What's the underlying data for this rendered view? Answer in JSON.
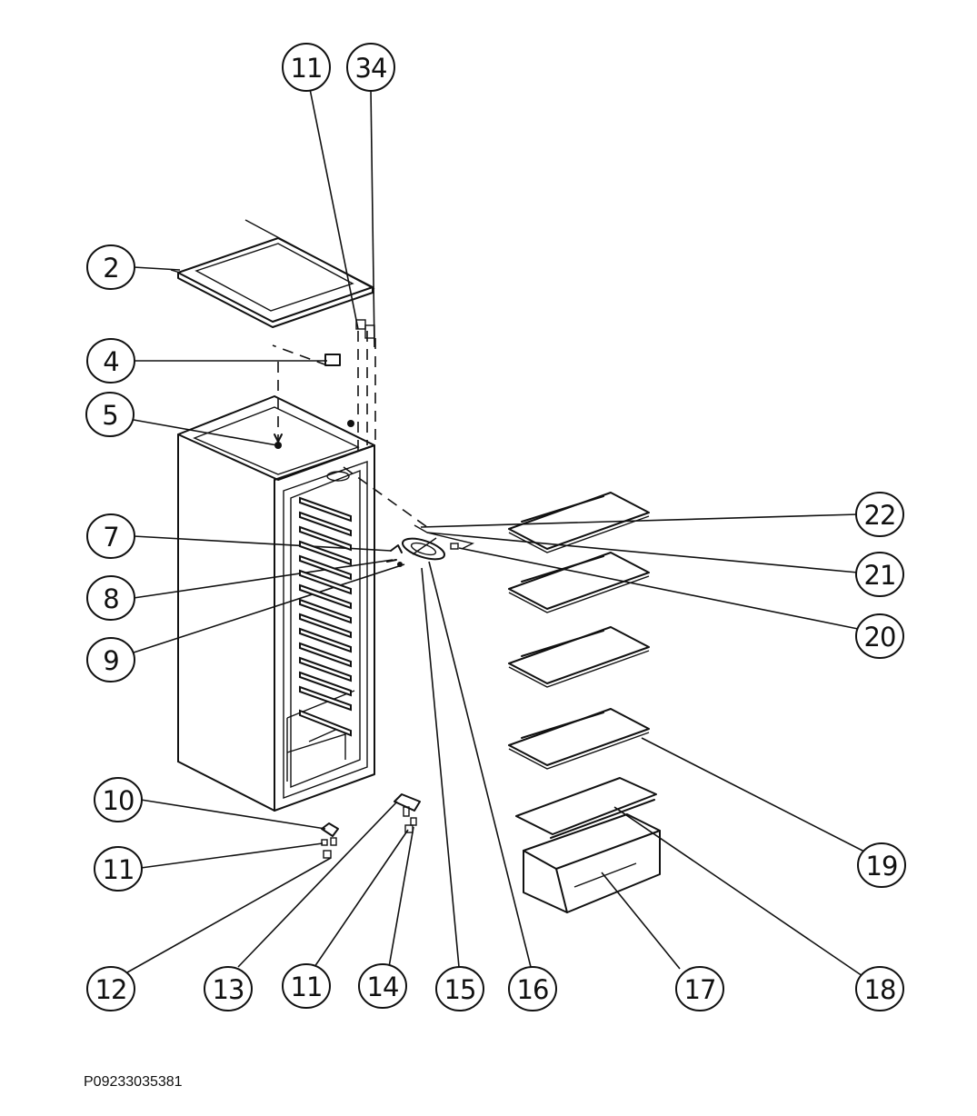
{
  "document_code": "P09233035381",
  "callouts": [
    "11",
    "34",
    "2",
    "4",
    "5",
    "7",
    "8",
    "9",
    "10",
    "11",
    "12",
    "13",
    "11",
    "14",
    "15",
    "16",
    "17",
    "18",
    "19",
    "20",
    "21",
    "22"
  ]
}
